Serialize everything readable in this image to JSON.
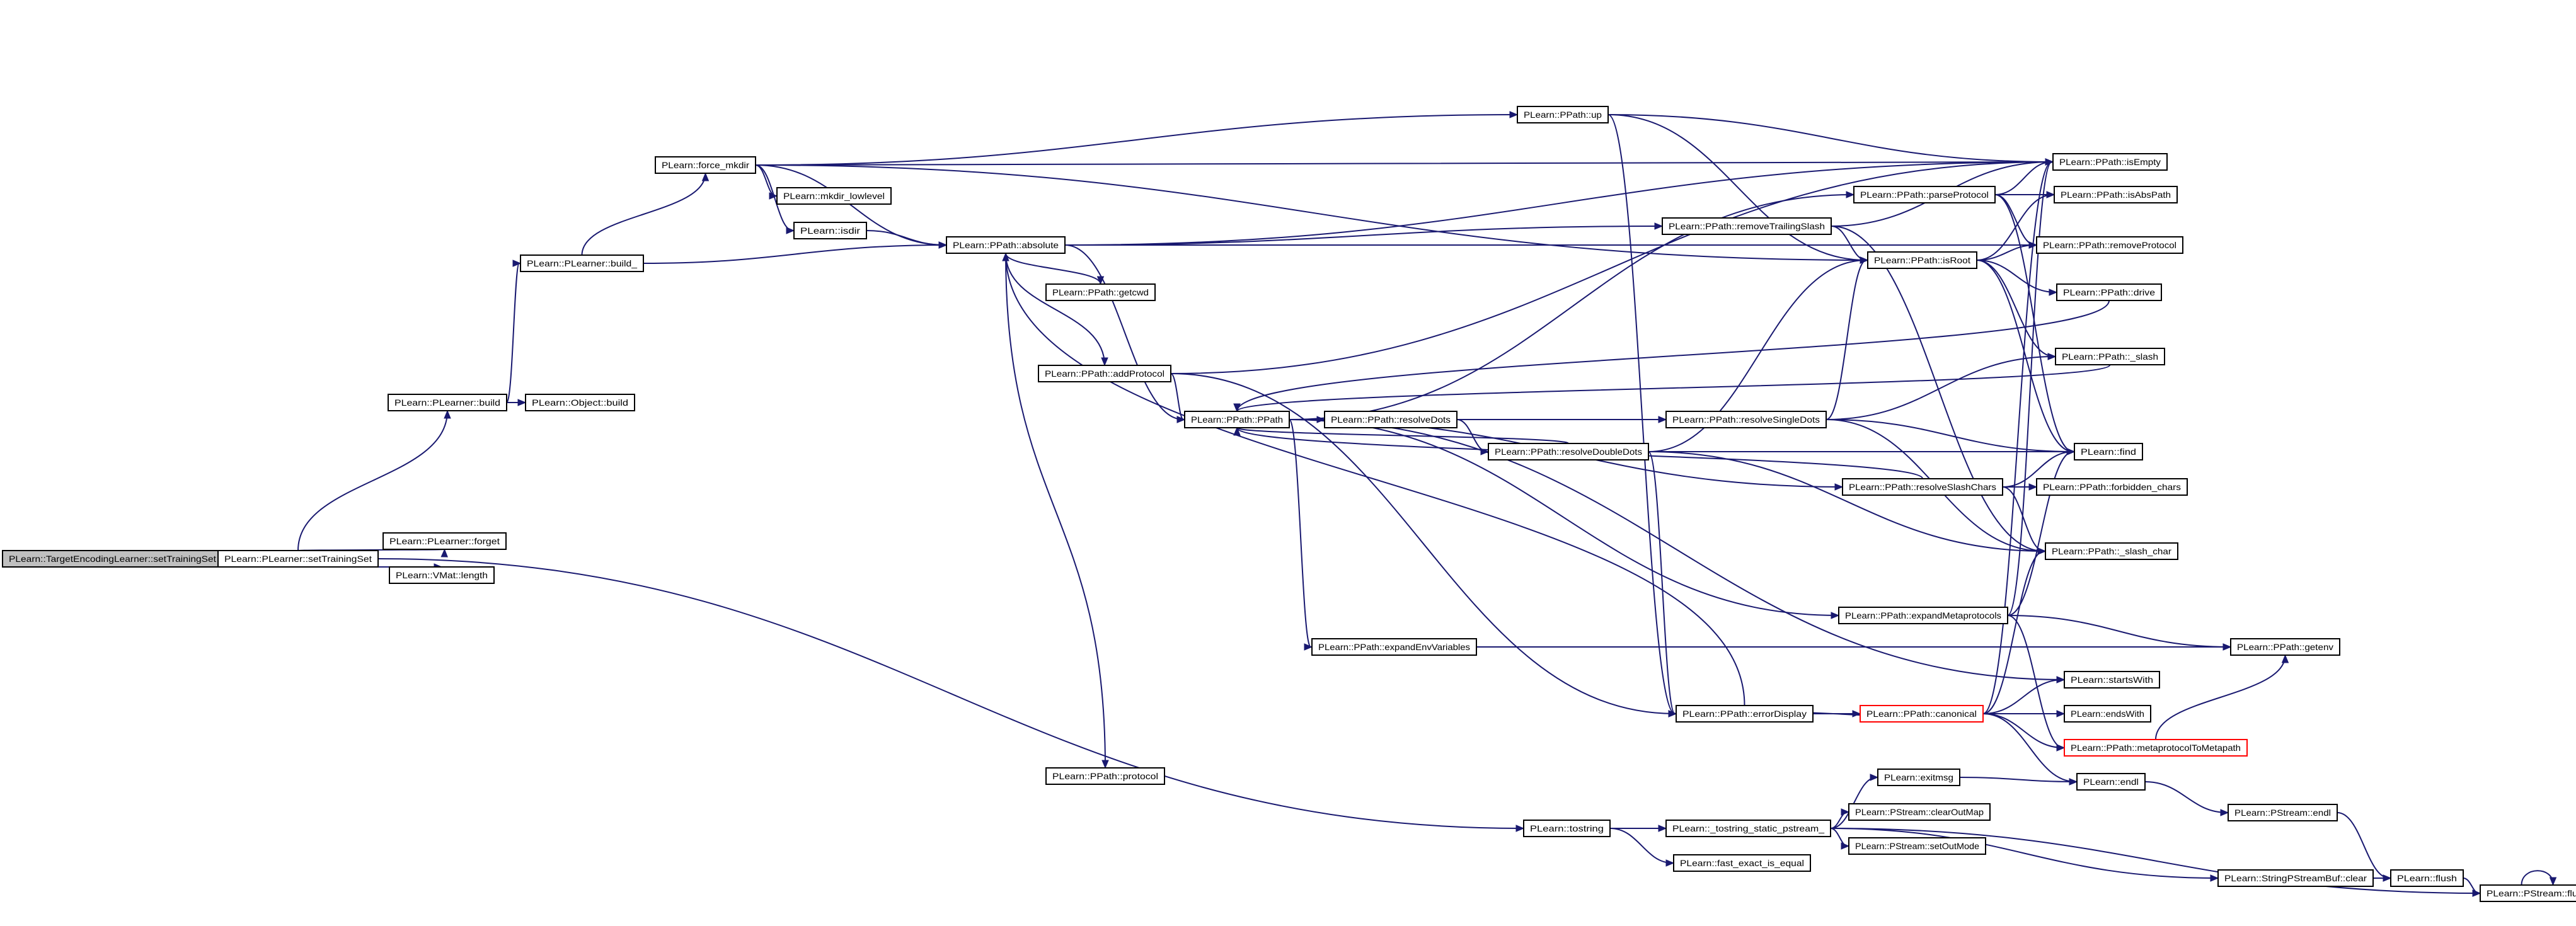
{
  "graph": {
    "type": "call-graph",
    "nodes": [
      {
        "id": "root",
        "label": "PLearn::TargetEncodingLearner::setTrainingSet",
        "style": "root"
      },
      {
        "id": "n_setTrainingSet",
        "label": "PLearn::PLearner::setTrainingSet"
      },
      {
        "id": "n_build",
        "label": "PLearn::PLearner::build"
      },
      {
        "id": "n_forget",
        "label": "PLearn::PLearner::forget"
      },
      {
        "id": "n_length",
        "label": "PLearn::VMat::length"
      },
      {
        "id": "n_build_",
        "label": "PLearn::PLearner::build_"
      },
      {
        "id": "n_objbuild",
        "label": "PLearn::Object::build"
      },
      {
        "id": "n_force_mkdir",
        "label": "PLearn::force_mkdir"
      },
      {
        "id": "n_mkdir_lowlevel",
        "label": "PLearn::mkdir_lowlevel"
      },
      {
        "id": "n_isdir",
        "label": "PLearn::isdir"
      },
      {
        "id": "n_absolute",
        "label": "PLearn::PPath::absolute"
      },
      {
        "id": "n_getcwd",
        "label": "PLearn::PPath::getcwd"
      },
      {
        "id": "n_addProtocol",
        "label": "PLearn::PPath::addProtocol"
      },
      {
        "id": "n_protocol",
        "label": "PLearn::PPath::protocol"
      },
      {
        "id": "n_PPath",
        "label": "PLearn::PPath::PPath"
      },
      {
        "id": "n_resolveDots",
        "label": "PLearn::PPath::resolveDots"
      },
      {
        "id": "n_resolveDoubleDots",
        "label": "PLearn::PPath::resolveDoubleDots"
      },
      {
        "id": "n_expandEnvVariables",
        "label": "PLearn::PPath::expandEnvVariables"
      },
      {
        "id": "n_up",
        "label": "PLearn::PPath::up"
      },
      {
        "id": "n_removeTrailingSlash",
        "label": "PLearn::PPath::removeTrailingSlash"
      },
      {
        "id": "n_resolveSingleDots",
        "label": "PLearn::PPath::resolveSingleDots"
      },
      {
        "id": "n_errorDisplay",
        "label": "PLearn::PPath::errorDisplay"
      },
      {
        "id": "n_tostring",
        "label": "PLearn::tostring"
      },
      {
        "id": "n_tostring_static",
        "label": "PLearn::_tostring_static_pstream_"
      },
      {
        "id": "n_fast_exact",
        "label": "PLearn::fast_exact_is_equal"
      },
      {
        "id": "n_parseProtocol",
        "label": "PLearn::PPath::parseProtocol"
      },
      {
        "id": "n_isRoot",
        "label": "PLearn::PPath::isRoot"
      },
      {
        "id": "n_resolveSlashChars",
        "label": "PLearn::PPath::resolveSlashChars"
      },
      {
        "id": "n_expandMetaprotocols",
        "label": "PLearn::PPath::expandMetaprotocols"
      },
      {
        "id": "n_canonical",
        "label": "PLearn::PPath::canonical",
        "style": "red"
      },
      {
        "id": "n_exitmsg",
        "label": "PLearn::exitmsg"
      },
      {
        "id": "n_clearOutMap",
        "label": "PLearn::PStream::clearOutMap"
      },
      {
        "id": "n_setOutMode",
        "label": "PLearn::PStream::setOutMode"
      },
      {
        "id": "n_isEmpty",
        "label": "PLearn::PPath::isEmpty"
      },
      {
        "id": "n_isAbsPath",
        "label": "PLearn::PPath::isAbsPath"
      },
      {
        "id": "n_removeProtocol",
        "label": "PLearn::PPath::removeProtocol"
      },
      {
        "id": "n_drive",
        "label": "PLearn::PPath::drive"
      },
      {
        "id": "n_slash",
        "label": "PLearn::PPath::_slash"
      },
      {
        "id": "n_find",
        "label": "PLearn::find"
      },
      {
        "id": "n_forbidden",
        "label": "PLearn::PPath::forbidden_chars"
      },
      {
        "id": "n_slash_char",
        "label": "PLearn::PPath::_slash_char"
      },
      {
        "id": "n_getenv",
        "label": "PLearn::PPath::getenv"
      },
      {
        "id": "n_startsWith",
        "label": "PLearn::startsWith"
      },
      {
        "id": "n_endsWith",
        "label": "PLearn::endsWith"
      },
      {
        "id": "n_metaprotocolToMetapath",
        "label": "PLearn::PPath::metaprotocolToMetapath",
        "style": "red"
      },
      {
        "id": "n_endl",
        "label": "PLearn::endl"
      },
      {
        "id": "n_pstream_endl",
        "label": "PLearn::PStream::endl"
      },
      {
        "id": "n_sbuf_clear",
        "label": "PLearn::StringPStreamBuf::clear"
      },
      {
        "id": "n_flush",
        "label": "PLearn::flush"
      },
      {
        "id": "n_pstream_flush",
        "label": "PLearn::PStream::flush"
      }
    ],
    "edges": [
      [
        "root",
        "n_setTrainingSet"
      ],
      [
        "n_setTrainingSet",
        "n_build"
      ],
      [
        "n_setTrainingSet",
        "n_forget"
      ],
      [
        "n_setTrainingSet",
        "n_length"
      ],
      [
        "n_setTrainingSet",
        "n_tostring"
      ],
      [
        "n_build",
        "n_build_"
      ],
      [
        "n_build",
        "n_objbuild"
      ],
      [
        "n_build_",
        "n_force_mkdir"
      ],
      [
        "n_build_",
        "n_absolute"
      ],
      [
        "n_force_mkdir",
        "n_mkdir_lowlevel"
      ],
      [
        "n_force_mkdir",
        "n_isdir"
      ],
      [
        "n_force_mkdir",
        "n_absolute"
      ],
      [
        "n_force_mkdir",
        "n_up"
      ],
      [
        "n_force_mkdir",
        "n_isEmpty"
      ],
      [
        "n_force_mkdir",
        "n_isRoot"
      ],
      [
        "n_isdir",
        "n_absolute"
      ],
      [
        "n_absolute",
        "n_getcwd"
      ],
      [
        "n_absolute",
        "n_addProtocol"
      ],
      [
        "n_absolute",
        "n_protocol"
      ],
      [
        "n_absolute",
        "n_PPath"
      ],
      [
        "n_absolute",
        "n_removeTrailingSlash"
      ],
      [
        "n_absolute",
        "n_isEmpty"
      ],
      [
        "n_absolute",
        "n_removeProtocol"
      ],
      [
        "n_addProtocol",
        "n_PPath"
      ],
      [
        "n_addProtocol",
        "n_errorDisplay"
      ],
      [
        "n_addProtocol",
        "n_isEmpty"
      ],
      [
        "n_PPath",
        "n_resolveDots"
      ],
      [
        "n_PPath",
        "n_expandEnvVariables"
      ],
      [
        "n_PPath",
        "n_parseProtocol"
      ],
      [
        "n_PPath",
        "n_resolveSlashChars"
      ],
      [
        "n_PPath",
        "n_expandMetaprotocols"
      ],
      [
        "n_PPath",
        "n_startsWith"
      ],
      [
        "n_resolveDots",
        "n_resolveDoubleDots"
      ],
      [
        "n_resolveDots",
        "n_resolveSingleDots"
      ],
      [
        "n_resolveDoubleDots",
        "n_PPath"
      ],
      [
        "n_resolveDoubleDots",
        "n_isRoot"
      ],
      [
        "n_resolveDoubleDots",
        "n_find"
      ],
      [
        "n_resolveDoubleDots",
        "n_slash_char"
      ],
      [
        "n_resolveDoubleDots",
        "n_errorDisplay"
      ],
      [
        "n_resolveSingleDots",
        "n_isRoot"
      ],
      [
        "n_resolveSingleDots",
        "n_slash"
      ],
      [
        "n_resolveSingleDots",
        "n_find"
      ],
      [
        "n_resolveSingleDots",
        "n_slash_char"
      ],
      [
        "n_resolveSlashChars",
        "n_PPath"
      ],
      [
        "n_resolveSlashChars",
        "n_find"
      ],
      [
        "n_resolveSlashChars",
        "n_forbidden"
      ],
      [
        "n_resolveSlashChars",
        "n_slash_char"
      ],
      [
        "n_expandEnvVariables",
        "n_getenv"
      ],
      [
        "n_expandMetaprotocols",
        "n_isEmpty"
      ],
      [
        "n_expandMetaprotocols",
        "n_getenv"
      ],
      [
        "n_expandMetaprotocols",
        "n_metaprotocolToMetapath"
      ],
      [
        "n_expandMetaprotocols",
        "n_find"
      ],
      [
        "n_up",
        "n_isEmpty"
      ],
      [
        "n_up",
        "n_isRoot"
      ],
      [
        "n_up",
        "n_errorDisplay"
      ],
      [
        "n_removeTrailingSlash",
        "n_isEmpty"
      ],
      [
        "n_removeTrailingSlash",
        "n_isRoot"
      ],
      [
        "n_removeTrailingSlash",
        "n_slash_char"
      ],
      [
        "n_parseProtocol",
        "n_isEmpty"
      ],
      [
        "n_parseProtocol",
        "n_isAbsPath"
      ],
      [
        "n_parseProtocol",
        "n_removeProtocol"
      ],
      [
        "n_parseProtocol",
        "n_find"
      ],
      [
        "n_isRoot",
        "n_isAbsPath"
      ],
      [
        "n_isRoot",
        "n_removeProtocol"
      ],
      [
        "n_isRoot",
        "n_drive"
      ],
      [
        "n_isRoot",
        "n_slash"
      ],
      [
        "n_isRoot",
        "n_find"
      ],
      [
        "n_drive",
        "n_PPath"
      ],
      [
        "n_slash",
        "n_PPath"
      ],
      [
        "n_errorDisplay",
        "n_canonical"
      ],
      [
        "n_errorDisplay",
        "n_absolute"
      ],
      [
        "n_canonical",
        "n_startsWith"
      ],
      [
        "n_canonical",
        "n_endsWith"
      ],
      [
        "n_canonical",
        "n_metaprotocolToMetapath"
      ],
      [
        "n_canonical",
        "n_endl"
      ],
      [
        "n_canonical",
        "n_slash_char"
      ],
      [
        "n_canonical",
        "n_isEmpty"
      ],
      [
        "n_canonical",
        "n_errorDisplay"
      ],
      [
        "n_metaprotocolToMetapath",
        "n_getenv"
      ],
      [
        "n_tostring",
        "n_tostring_static"
      ],
      [
        "n_tostring",
        "n_fast_exact"
      ],
      [
        "n_tostring_static",
        "n_exitmsg"
      ],
      [
        "n_tostring_static",
        "n_clearOutMap"
      ],
      [
        "n_tostring_static",
        "n_setOutMode"
      ],
      [
        "n_tostring_static",
        "n_sbuf_clear"
      ],
      [
        "n_tostring_static",
        "n_pstream_flush"
      ],
      [
        "n_exitmsg",
        "n_endl"
      ],
      [
        "n_endl",
        "n_pstream_endl"
      ],
      [
        "n_pstream_endl",
        "n_flush"
      ],
      [
        "n_sbuf_clear",
        "n_flush"
      ],
      [
        "n_flush",
        "n_pstream_flush"
      ],
      [
        "n_pstream_flush",
        "n_pstream_flush"
      ]
    ],
    "colors": {
      "edge": "#191970",
      "node_border": "#000000",
      "node_fill": "#ffffff",
      "root_fill": "#bfbfbf",
      "highlight_border": "#ff0000"
    }
  }
}
